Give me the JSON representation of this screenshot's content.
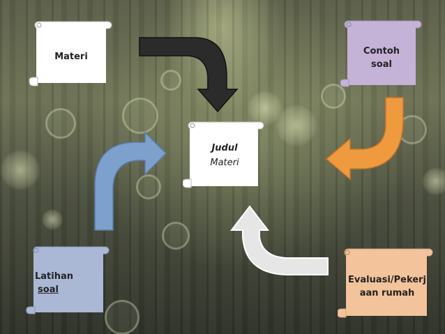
{
  "nodes": {
    "materi": {
      "label": "Materi"
    },
    "contoh": {
      "line1": "Contoh",
      "line2": "soal"
    },
    "judul": {
      "line1": "Judul",
      "line2": "Materi"
    },
    "latihan": {
      "line1": "Latihan",
      "line2": "soal"
    },
    "evaluasi": {
      "line1": "Evaluasi/Pekerj",
      "line2": "aan rumah"
    }
  },
  "colors": {
    "white_scroll": "#ffffff",
    "purple_scroll": "#c4b3d6",
    "blue_scroll": "#aab8d6",
    "peach_scroll": "#f3c39b",
    "arrow_black": "#2b2b2b",
    "arrow_orange": "#f09a3e",
    "arrow_blue": "#7ea0cc",
    "arrow_gray": "#e6e6e6",
    "link_purple": "#8a57b0"
  }
}
